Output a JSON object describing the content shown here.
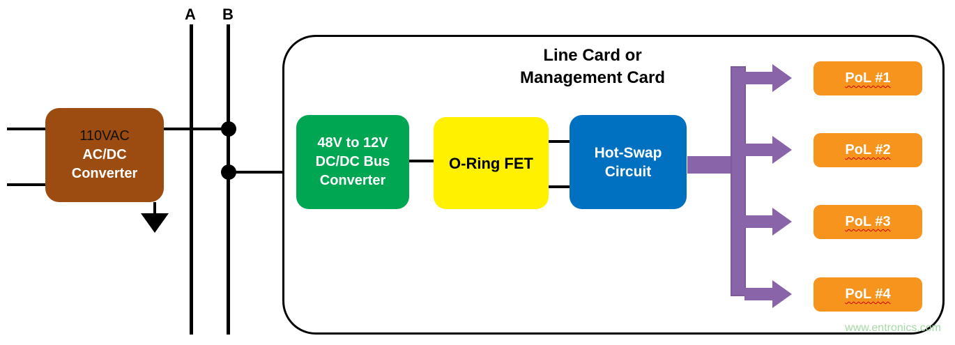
{
  "buses": {
    "a_label": "A",
    "b_label": "B"
  },
  "acdc": {
    "line1": "110VAC",
    "line2": "AC/DC",
    "line3": "Converter"
  },
  "card": {
    "title_line1": "Line Card or",
    "title_line2": "Management Card"
  },
  "bus_converter": {
    "line1": "48V to 12V",
    "line2": "DC/DC Bus",
    "line3": "Converter"
  },
  "oring_fet": {
    "label": "O-Ring FET"
  },
  "hot_swap": {
    "line1": "Hot-Swap",
    "line2": "Circuit"
  },
  "pol": {
    "items": [
      {
        "label": "PoL #1"
      },
      {
        "label": "PoL #2"
      },
      {
        "label": "PoL #3"
      },
      {
        "label": "PoL #4"
      }
    ]
  },
  "watermark": "www.entronics.com",
  "colors": {
    "acdc_brown": "#9c4c10",
    "bus_converter_green": "#00A651",
    "oring_yellow": "#FFF100",
    "hot_swap_blue": "#0070C0",
    "pol_orange": "#F7941D",
    "distribution_purple": "#8A64A8",
    "line_black": "#000000",
    "watermark_green": "#a6d8a6"
  }
}
